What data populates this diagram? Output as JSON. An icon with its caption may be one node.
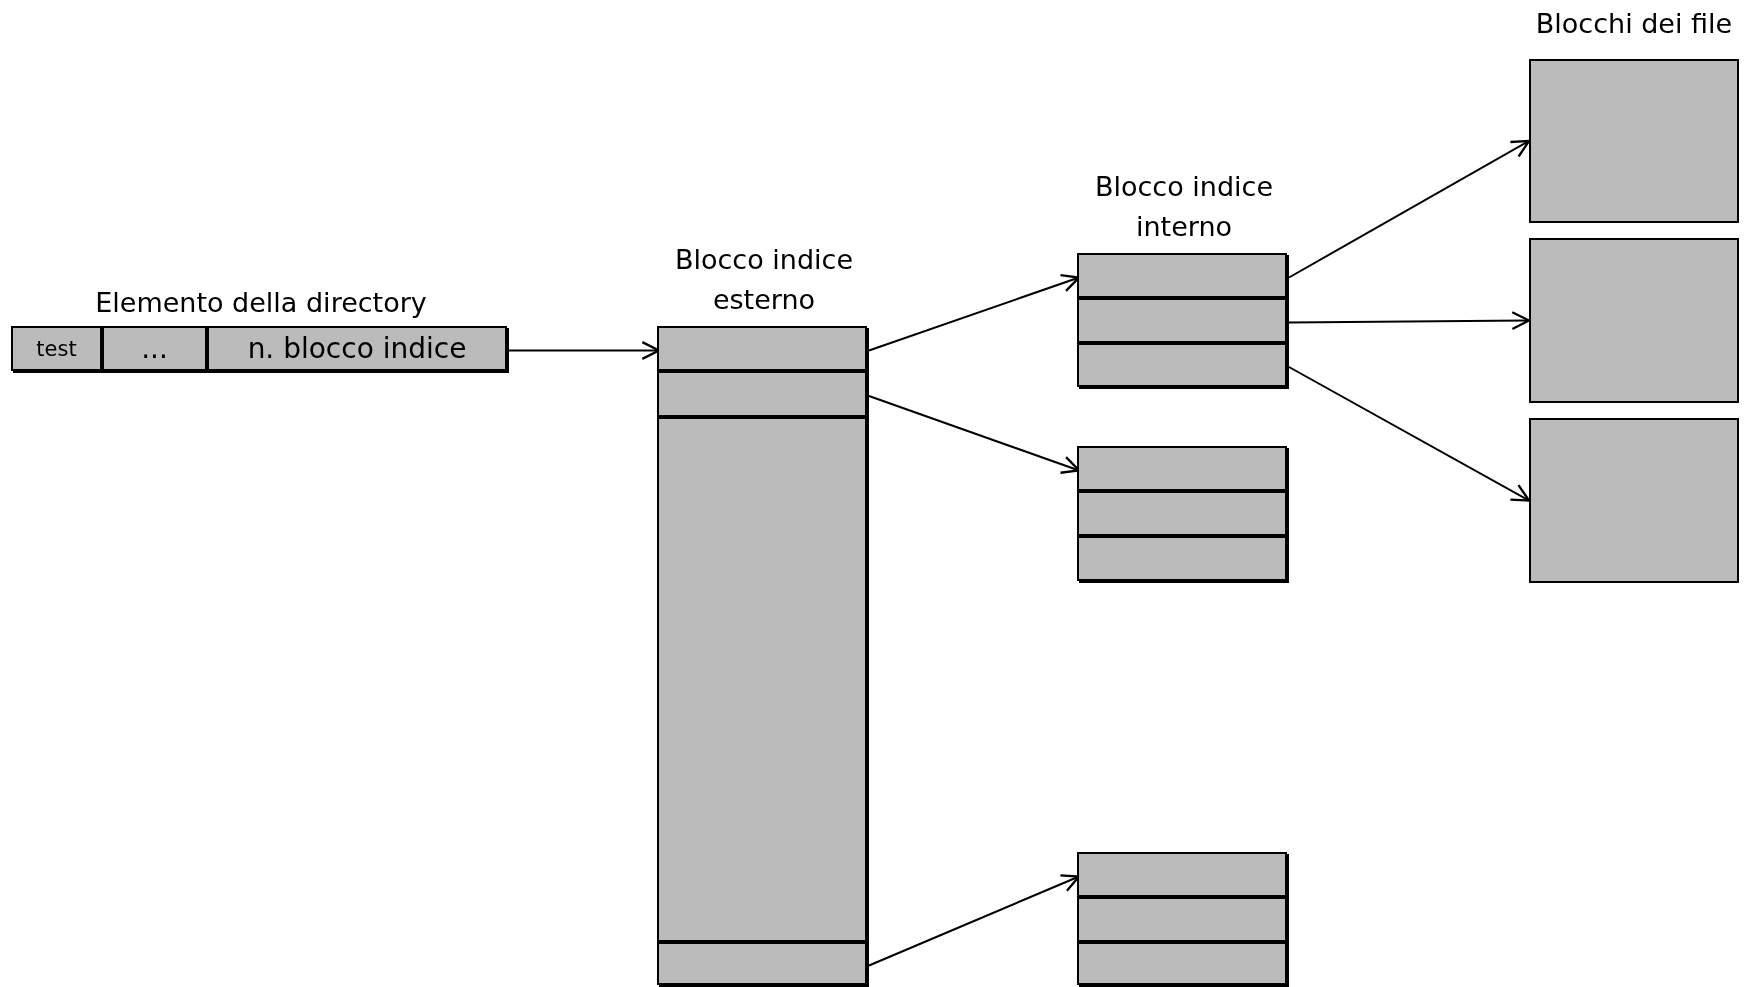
{
  "diagram": {
    "nodes": [
      {
        "text": [
          "Elemento della directory"
        ]
      },
      {
        "text": [
          "test"
        ],
        "in": 0
      },
      {
        "text": [
          "..."
        ],
        "in": 0
      },
      {
        "text": [
          "n. blocco indice"
        ],
        "in": 0
      },
      {
        "text": [
          "Blocco indice esterno"
        ]
      },
      {
        "text": [],
        "shape": "box",
        "in": 4
      },
      {
        "text": [],
        "shape": "box",
        "in": 4
      },
      {
        "text": [],
        "shape": "box",
        "in": 4
      },
      {
        "text": [],
        "shape": "box",
        "in": 4
      },
      {
        "text": [
          "Blocco indice interno"
        ]
      },
      {
        "text": [],
        "shape": "box",
        "in": 9
      },
      {
        "text": [],
        "shape": "box",
        "in": 9
      },
      {
        "text": [],
        "shape": "box",
        "in": 9
      },
      {
        "text": [],
        "shape": "box"
      },
      {
        "text": [],
        "shape": "box",
        "in": 13
      },
      {
        "text": [],
        "shape": "box",
        "in": 13
      },
      {
        "text": [],
        "shape": "box",
        "in": 13
      },
      {
        "text": [],
        "shape": "box"
      },
      {
        "text": [],
        "shape": "box",
        "in": 17
      },
      {
        "text": [],
        "shape": "box",
        "in": 17
      },
      {
        "text": [],
        "shape": "box",
        "in": 17
      },
      {
        "text": [],
        "shape": "box"
      },
      {
        "text": [],
        "shape": "box"
      },
      {
        "text": [],
        "shape": "box"
      }
    ],
    "edges": [
      {
        "from": 3,
        "to": 5,
        "arrow": "to"
      },
      {
        "from": 5,
        "to": 10,
        "arrow": "to"
      },
      {
        "from": 6,
        "to": 14,
        "arrow": "to"
      },
      {
        "from": 8,
        "to": 18,
        "arrow": "to"
      },
      {
        "from": 10,
        "to": 21,
        "arrow": "to"
      },
      {
        "from": 11,
        "to": 22,
        "arrow": "to"
      },
      {
        "from": 12,
        "to": 23,
        "arrow": "to"
      }
    ],
    "labels": [
      "Blocchi dei file"
    ]
  }
}
